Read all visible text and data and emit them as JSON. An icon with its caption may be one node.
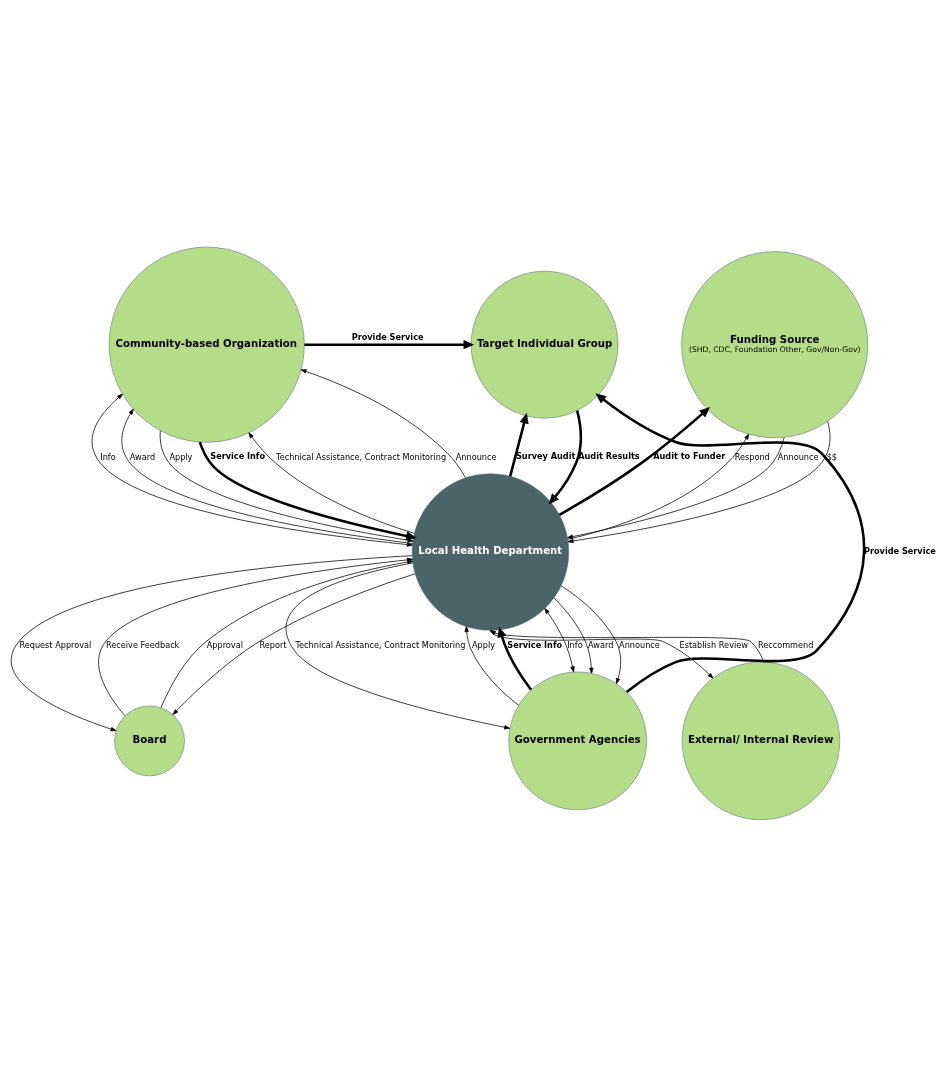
{
  "diagram": {
    "nodes": [
      {
        "text": [
          "Community-based Organization"
        ]
      },
      {
        "text": [
          "Funding Source",
          "(SHD, CDC, Foundation Other, Gov/Non-Gov)"
        ]
      },
      {
        "text": [
          "Target Individual Group"
        ]
      },
      {
        "text": [
          "Local Health Department"
        ]
      },
      {
        "text": [
          "Board"
        ]
      },
      {
        "text": [
          "Government Agencies"
        ]
      },
      {
        "text": [
          "External/ Internal Review"
        ]
      }
    ],
    "edges": [
      {
        "from": 3,
        "to": 0,
        "arrow": "to",
        "label": "Technical Assistance, Contract Monitoring"
      },
      {
        "from": 3,
        "to": 0,
        "arrow": "to",
        "label": "Announce"
      },
      {
        "from": 3,
        "to": 0,
        "arrow": "both",
        "label": "Info"
      },
      {
        "from": 3,
        "to": 0,
        "arrow": "to",
        "label": "Award"
      },
      {
        "from": 0,
        "to": 3,
        "arrow": "to",
        "label": "Apply"
      },
      {
        "from": 0,
        "to": 3,
        "arrow": "to",
        "label": "Service Info",
        "style": "thick"
      },
      {
        "from": 0,
        "to": 2,
        "arrow": "to",
        "label": "Provide Service",
        "style": "thick"
      },
      {
        "from": 3,
        "to": 1,
        "arrow": "to",
        "label": "Audit to Funder",
        "style": "thick"
      },
      {
        "from": 3,
        "to": 1,
        "arrow": "to",
        "label": "Respond"
      },
      {
        "from": 1,
        "to": 3,
        "arrow": "to",
        "label": "Announce"
      },
      {
        "from": 1,
        "to": 3,
        "arrow": "to",
        "label": "$$"
      },
      {
        "from": 3,
        "to": 2,
        "arrow": "to",
        "label": "Survey Audit",
        "style": "thick"
      },
      {
        "from": 2,
        "to": 3,
        "arrow": "to",
        "label": "Audit Results",
        "style": "thick"
      },
      {
        "from": 3,
        "to": 4,
        "arrow": "to",
        "label": "Report"
      },
      {
        "from": 3,
        "to": 4,
        "arrow": "to",
        "label": "Request Approval"
      },
      {
        "from": 4,
        "to": 3,
        "arrow": "to",
        "label": "Receive Feedback"
      },
      {
        "from": 4,
        "to": 3,
        "arrow": "to",
        "label": "Approval"
      },
      {
        "from": 3,
        "to": 5,
        "arrow": "both",
        "label": "Info"
      },
      {
        "from": 5,
        "to": 3,
        "arrow": "to",
        "label": "Apply"
      },
      {
        "from": 3,
        "to": 5,
        "arrow": "to",
        "label": "Award"
      },
      {
        "from": 5,
        "to": 3,
        "arrow": "to",
        "label": "Service Info",
        "style": "thick"
      },
      {
        "from": 3,
        "to": 5,
        "arrow": "to",
        "label": "Announce"
      },
      {
        "from": 3,
        "to": 5,
        "arrow": "to",
        "label": "Technical Assistance, Contract Monitoring"
      },
      {
        "from": 5,
        "to": 2,
        "arrow": "to",
        "label": "Provide Service",
        "style": "thick"
      },
      {
        "from": 3,
        "to": 6,
        "arrow": "to",
        "label": "Establish Review"
      },
      {
        "from": 6,
        "to": 3,
        "arrow": "to",
        "label": "Reccommend"
      }
    ]
  }
}
